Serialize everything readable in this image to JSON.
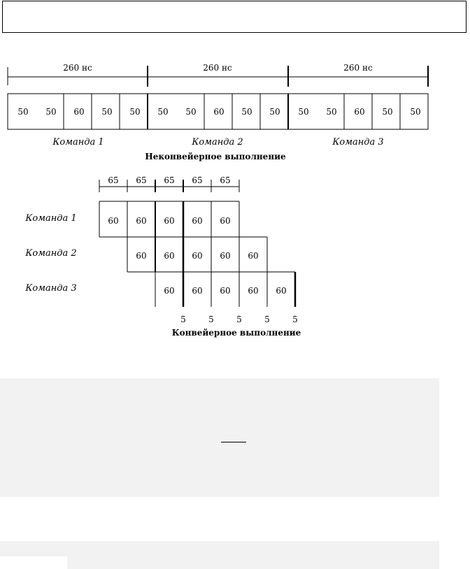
{
  "non_pipeline": {
    "period_labels": [
      "260 нс",
      "260 нс",
      "260 нс"
    ],
    "stage_values": [
      "50",
      "50",
      "60",
      "50",
      "50"
    ],
    "command_labels": [
      "Команда 1",
      "Команда 2",
      "Команда 3"
    ],
    "caption": "Неконвейерное выполнение"
  },
  "pipeline": {
    "tick_labels": [
      "65",
      "65",
      "65",
      "65",
      "65"
    ],
    "row_labels": [
      "Команда 1",
      "Команда 2",
      "Команда 3"
    ],
    "cell_value": "60",
    "bottom_labels": [
      "5",
      "5",
      "5",
      "5",
      "5"
    ],
    "caption": "Конвейерное выполнение"
  }
}
